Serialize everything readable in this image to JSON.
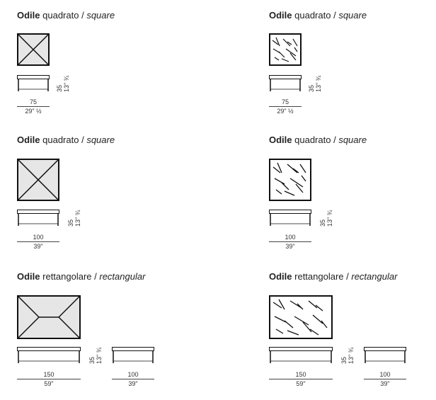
{
  "items": [
    {
      "name": "Odile",
      "shape": "quadrato",
      "sep": " / ",
      "shape_en": "square",
      "width_cm": "75",
      "width_in": "29\" ½",
      "height_cm": "35",
      "height_in": "13\" ¾"
    },
    {
      "name": "Odile",
      "shape": "quadrato",
      "sep": " / ",
      "shape_en": "square",
      "width_cm": "75",
      "width_in": "29\" ½",
      "height_cm": "35",
      "height_in": "13\" ¾"
    },
    {
      "name": "Odile",
      "shape": "quadrato",
      "sep": " / ",
      "shape_en": "square",
      "width_cm": "100",
      "width_in": "39\"",
      "height_cm": "35",
      "height_in": "13\" ¾"
    },
    {
      "name": "Odile",
      "shape": "quadrato",
      "sep": " / ",
      "shape_en": "square",
      "width_cm": "100",
      "width_in": "39\"",
      "height_cm": "35",
      "height_in": "13\" ¾"
    },
    {
      "name": "Odile",
      "shape": "rettangolare",
      "sep": " / ",
      "shape_en": "rectangular",
      "width_cm": "150",
      "width_in": "59\"",
      "height_cm": "35",
      "height_in": "13\" ¾",
      "depth_cm": "100",
      "depth_in": "39\""
    },
    {
      "name": "Odile",
      "shape": "rettangolare",
      "sep": " / ",
      "shape_en": "rectangular",
      "width_cm": "150",
      "width_in": "59\"",
      "height_cm": "35",
      "height_in": "13\" ¾",
      "depth_cm": "100",
      "depth_in": "39\""
    }
  ]
}
